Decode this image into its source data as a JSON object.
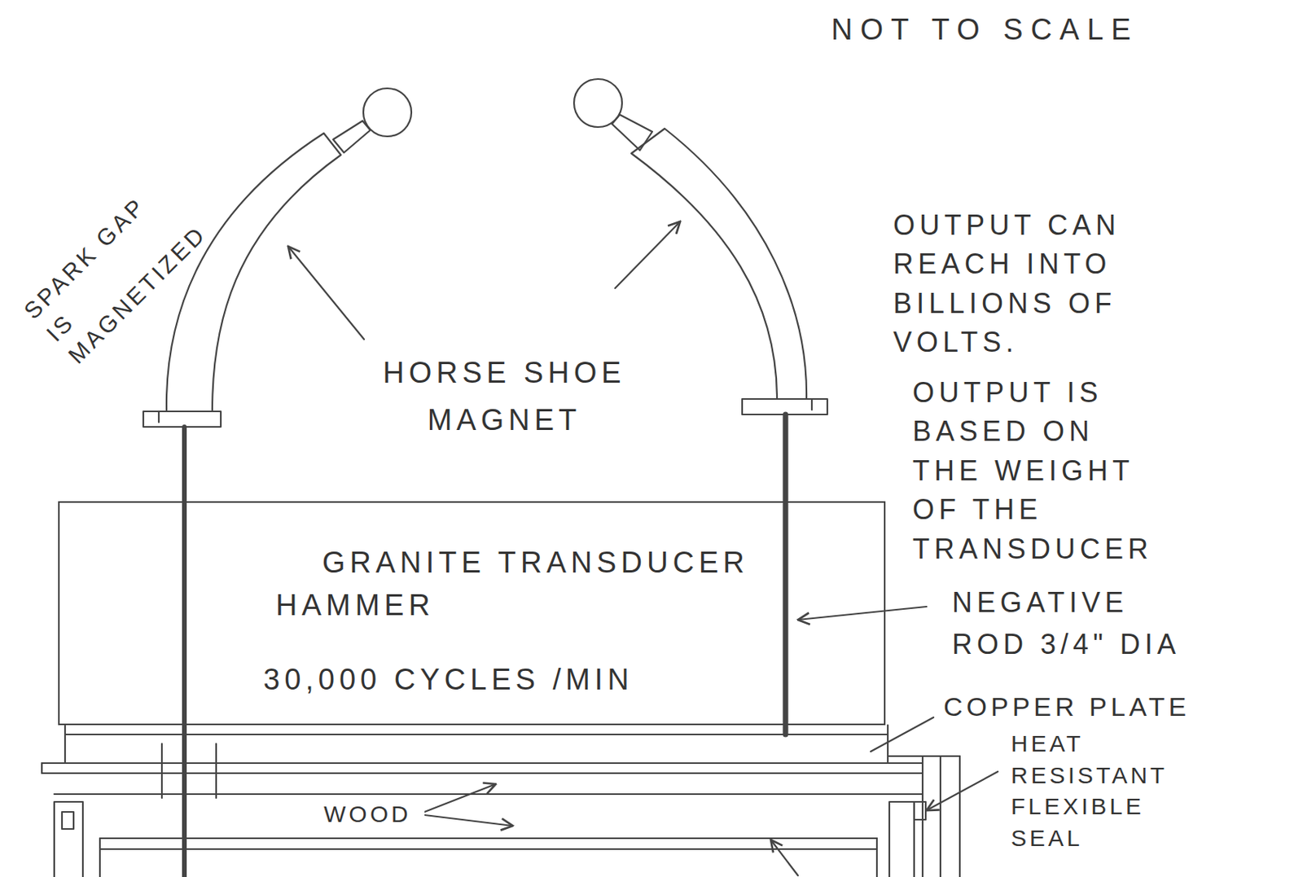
{
  "diagram": {
    "nodes": [
      {
        "text": [
          "GRANITE TRANSDUCER HAMMER",
          "30,000 CYCLES /MIN"
        ]
      }
    ],
    "labels": [
      "NOT TO SCALE",
      "SPARK GAP IS MAGNETIZED",
      "HORSE SHOE MAGNET",
      "OUTPUT CAN REACH INTO BILLIONS OF VOLTS.",
      "OUTPUT IS BASED ON THE WEIGHT OF THE TRANSDUCER",
      "NEGATIVE ROD 3/4\" DIA",
      "COPPER PLATE",
      "HEAT RESISTANT FLEXIBLE SEAL",
      "WOOD"
    ]
  }
}
